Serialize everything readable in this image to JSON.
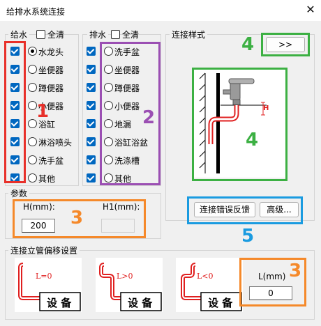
{
  "window": {
    "title": "给排水系统连接",
    "close_icon": "close-icon"
  },
  "supply": {
    "label": "给水",
    "select_all_label": "全清",
    "items": [
      {
        "label": "水龙头",
        "checked": true,
        "selected": true
      },
      {
        "label": "坐便器",
        "checked": true,
        "selected": false
      },
      {
        "label": "蹲便器",
        "checked": true,
        "selected": false
      },
      {
        "label": "小便器",
        "checked": true,
        "selected": false
      },
      {
        "label": "浴缸",
        "checked": true,
        "selected": false
      },
      {
        "label": "淋浴喷头",
        "checked": true,
        "selected": false
      },
      {
        "label": "洗手盆",
        "checked": true,
        "selected": false
      },
      {
        "label": "其他",
        "checked": true,
        "selected": false
      }
    ]
  },
  "drain": {
    "label": "排水",
    "select_all_label": "全清",
    "items": [
      {
        "label": "洗手盆",
        "checked": true,
        "selected": false
      },
      {
        "label": "坐便器",
        "checked": true,
        "selected": false
      },
      {
        "label": "蹲便器",
        "checked": true,
        "selected": false
      },
      {
        "label": "小便器",
        "checked": true,
        "selected": false
      },
      {
        "label": "地漏",
        "checked": true,
        "selected": false
      },
      {
        "label": "浴缸浴盆",
        "checked": true,
        "selected": false
      },
      {
        "label": "洗涤槽",
        "checked": true,
        "selected": false
      },
      {
        "label": "其他",
        "checked": true,
        "selected": false
      }
    ]
  },
  "connection_style": {
    "label": "连接样式",
    "expand_button_label": ">>",
    "dimension_label": "H",
    "feedback_button_label": "连接错误反馈",
    "advanced_button_label": "高级..."
  },
  "params": {
    "label": "参数",
    "h_label": "H(mm):",
    "h_value": "200",
    "h1_label": "H1(mm):",
    "h1_value": ""
  },
  "offset": {
    "label": "连接立管偏移设置",
    "diagrams": [
      {
        "formula": "L=0",
        "device_label": "设 备"
      },
      {
        "formula": "L>0",
        "device_label": "设 备"
      },
      {
        "formula": "L<0",
        "device_label": "设 备"
      }
    ],
    "l_label": "L(mm)",
    "l_value": "0"
  },
  "annotations": [
    "1",
    "2",
    "3",
    "4",
    "4",
    "5",
    "3"
  ],
  "colors": {
    "accent": "#0067c0",
    "annotation_red": "#e8302a",
    "annotation_purple": "#9b4fb3",
    "annotation_orange": "#f5892a",
    "annotation_green": "#3cb043",
    "annotation_blue": "#1a9be0"
  }
}
